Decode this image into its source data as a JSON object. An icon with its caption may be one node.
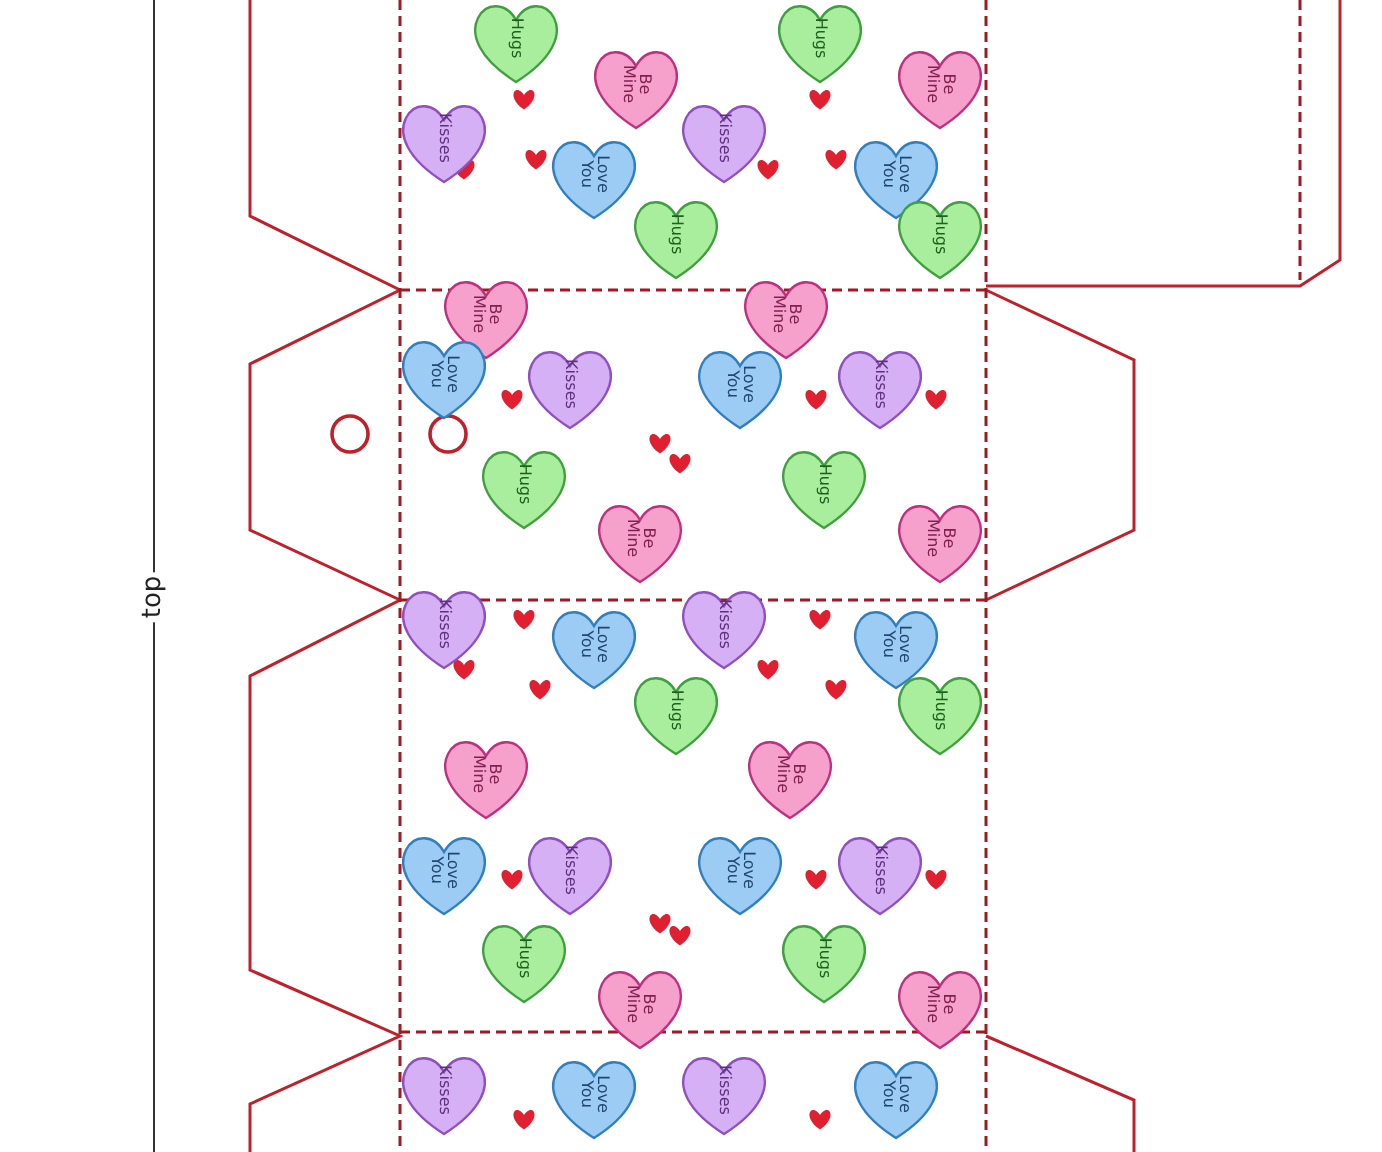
{
  "diagram": {
    "labels": [
      "top",
      "Hugs",
      "Hugs",
      "Be Mine",
      "Be Mine",
      "Kisses",
      "Love You",
      "Kisses",
      "Love You",
      "Hugs",
      "Hugs",
      "Be Mine",
      "Be Mine",
      "Love You",
      "Kisses",
      "Love You",
      "Kisses",
      "Hugs",
      "Hugs",
      "Be Mine",
      "Be Mine",
      "Kisses",
      "Love You",
      "Kisses",
      "Love You",
      "Hugs",
      "Hugs",
      "Be Mine",
      "Be Mine",
      "Love You",
      "Kisses",
      "Love You",
      "Kisses",
      "Hugs",
      "Hugs",
      "Be Mine",
      "Be Mine",
      "Kisses",
      "Love You",
      "Kisses",
      "Love You"
    ]
  }
}
